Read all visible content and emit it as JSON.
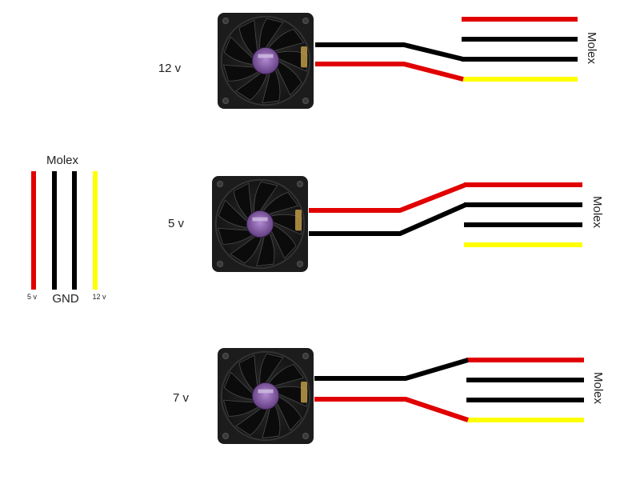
{
  "legend": {
    "title": "Molex",
    "label_5v": "5 v",
    "label_gnd": "GND",
    "label_12v": "12 v",
    "wire_colors": [
      "#e10000",
      "#000000",
      "#000000",
      "#ffff00"
    ]
  },
  "configs": [
    {
      "voltage_label": "12 v",
      "connector_label": "Molex",
      "fan_wires": [
        "#000000",
        "#e10000"
      ],
      "connects_to": [
        2,
        3
      ]
    },
    {
      "voltage_label": "5 v",
      "connector_label": "Molex",
      "fan_wires": [
        "#e10000",
        "#000000"
      ],
      "connects_to": [
        0,
        1
      ]
    },
    {
      "voltage_label": "7 v",
      "connector_label": "Molex",
      "fan_wires": [
        "#000000",
        "#e10000"
      ],
      "connects_to": [
        0,
        3
      ]
    }
  ],
  "colors": {
    "red": "#e10000",
    "black": "#000000",
    "yellow": "#ffff00",
    "fan_body": "#1c1c1c",
    "fan_hub_label": "#7a4f9c"
  },
  "icons": [
    "fan-icon"
  ]
}
